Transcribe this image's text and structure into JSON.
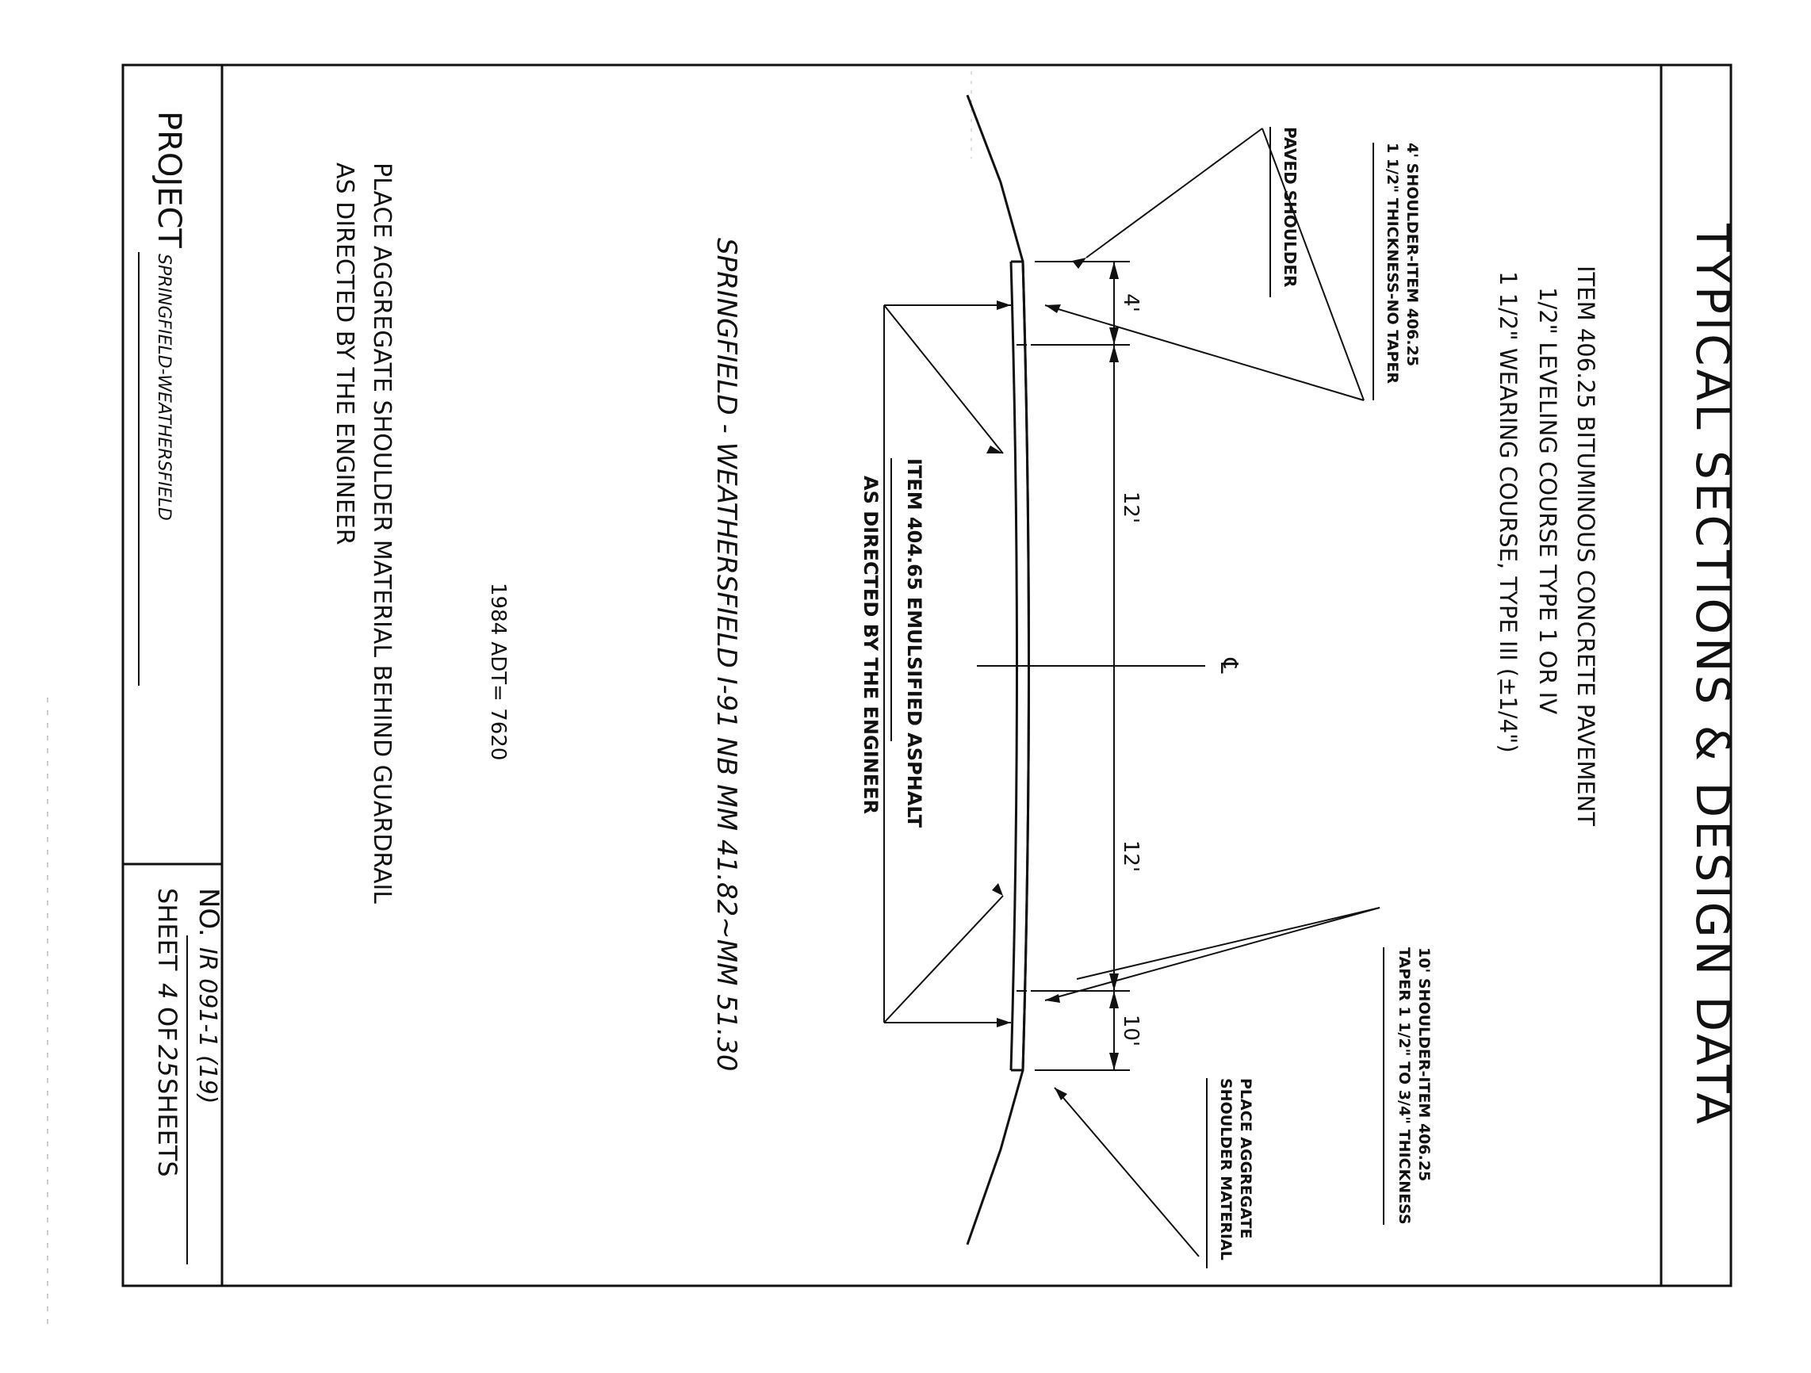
{
  "title": "TYPICAL SECTIONS & DESIGN DATA",
  "pavement": {
    "line1": "ITEM 406.25 BITUMINOUS CONCRETE PAVEMENT",
    "line2": "1/2\" LEVELING COURSE TYPE 1 OR IV",
    "line3": "1 1/2\" WEARING COURSE, TYPE III (±1/4\")"
  },
  "callouts": {
    "left_shoulder_1": "4' SHOULDER-ITEM 406.25",
    "left_shoulder_2": "1 1/2\" THICKNESS-NO TAPER",
    "paved_shoulder": "PAVED SHOULDER",
    "right_shoulder_1": "10' SHOULDER-ITEM 406.25",
    "right_shoulder_2": "TAPER 1 1/2\" TO 3/4\" THICKNESS",
    "aggregate_1": "PLACE AGGREGATE",
    "aggregate_2": "SHOULDER MATERIAL",
    "emulsified_1": "ITEM 404.65 EMULSIFIED ASPHALT",
    "emulsified_2": "AS DIRECTED BY THE ENGINEER"
  },
  "dimensions": {
    "d1": "4'",
    "d2": "12'",
    "d3": "12'",
    "d4": "10'",
    "centerline": "℄"
  },
  "notes": {
    "location": "SPRINGFIELD - WEATHERSFIELD  I-91 NB MM 41.82~MM 51.30",
    "adt": "1984 ADT= 7620",
    "guardrail_1": "PLACE AGGREGATE SHOULDER MATERIAL BEHIND GUARDRAIL",
    "guardrail_2": "AS DIRECTED BY THE ENGINEER"
  },
  "titleblock": {
    "project_label": "PROJECT",
    "project_value": "SPRINGFIELD-WEATHERSFIELD",
    "no_label": "NO.",
    "no_value": "IR 091-1 (19)",
    "sheet_label": "SHEET",
    "sheet_value": "4",
    "of_label": "OF",
    "total_value": "25",
    "sheets_label": "SHEETS"
  }
}
